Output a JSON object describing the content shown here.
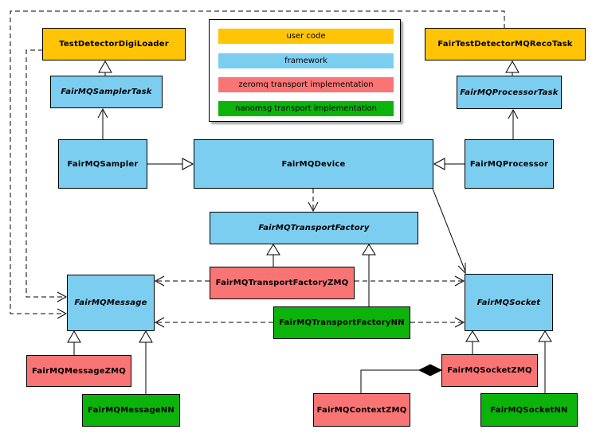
{
  "colors": {
    "user_code": "#FFC405",
    "framework": "#7CCEF1",
    "zeromq": "#F97575",
    "nanomsg": "#0BB30B",
    "edge": "#000000",
    "background": "#FFFFFF"
  },
  "legend": {
    "items": [
      {
        "label": "user code",
        "color": "#FFC405"
      },
      {
        "label": "framework",
        "color": "#7CCEF1"
      },
      {
        "label": "zeromq transport implementation",
        "color": "#F97575"
      },
      {
        "label": "nanomsg transport implementation",
        "color": "#0BB30B"
      }
    ]
  },
  "nodes": {
    "test_detector_digi_loader": {
      "label": "TestDetectorDigiLoader",
      "category": "user code"
    },
    "fairmq_sampler_task": {
      "label": "FairMQSamplerTask",
      "category": "framework",
      "abstract": true
    },
    "fair_test_detector_mq_reco_task": {
      "label": "FairTestDetectorMQRecoTask",
      "category": "user code"
    },
    "fairmq_processor_task": {
      "label": "FairMQProcessorTask",
      "category": "framework",
      "abstract": true
    },
    "fairmq_sampler": {
      "label": "FairMQSampler",
      "category": "framework"
    },
    "fairmq_device": {
      "label": "FairMQDevice",
      "category": "framework"
    },
    "fairmq_processor": {
      "label": "FairMQProcessor",
      "category": "framework"
    },
    "fairmq_transport_factory": {
      "label": "FairMQTransportFactory",
      "category": "framework",
      "abstract": true
    },
    "fairmq_transport_factory_zmq": {
      "label": "FairMQTransportFactoryZMQ",
      "category": "zeromq"
    },
    "fairmq_transport_factory_nn": {
      "label": "FairMQTransportFactoryNN",
      "category": "nanomsg"
    },
    "fairmq_message": {
      "label": "FairMQMessage",
      "category": "framework",
      "abstract": true
    },
    "fairmq_socket": {
      "label": "FairMQSocket",
      "category": "framework",
      "abstract": true
    },
    "fairmq_message_zmq": {
      "label": "FairMQMessageZMQ",
      "category": "zeromq"
    },
    "fairmq_message_nn": {
      "label": "FairMQMessageNN",
      "category": "nanomsg"
    },
    "fairmq_socket_zmq": {
      "label": "FairMQSocketZMQ",
      "category": "zeromq"
    },
    "fairmq_context_zmq": {
      "label": "FairMQContextZMQ",
      "category": "zeromq"
    },
    "fairmq_socket_nn": {
      "label": "FairMQSocketNN",
      "category": "nanomsg"
    }
  }
}
